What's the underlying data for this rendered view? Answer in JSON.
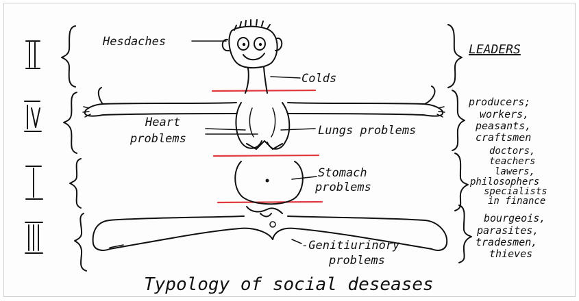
{
  "title": "Typology of social deseases",
  "levels": [
    {
      "roman": "II",
      "group": "LEADERS"
    },
    {
      "roman": "IV",
      "group": [
        "producers;",
        "workers,",
        "peasants,",
        "craftsmen"
      ]
    },
    {
      "roman": "I",
      "group": [
        "doctors,",
        "teachers",
        "lawers,",
        "philosophers",
        "specialists",
        "in finance"
      ]
    },
    {
      "roman": "III",
      "group": [
        "bourgeois,",
        "parasites,",
        "tradesmen,",
        "thieves"
      ]
    }
  ],
  "diseases": {
    "headaches": "Hesdaches",
    "colds": "Colds",
    "heart": [
      "Heart",
      "problems"
    ],
    "lungs": "Lungs problems",
    "stomach": [
      "Stomach",
      "problems"
    ],
    "genito": [
      "-Genitiurinory",
      "problems"
    ]
  },
  "colors": {
    "ink": "#111111",
    "divider": "#e0393e"
  }
}
